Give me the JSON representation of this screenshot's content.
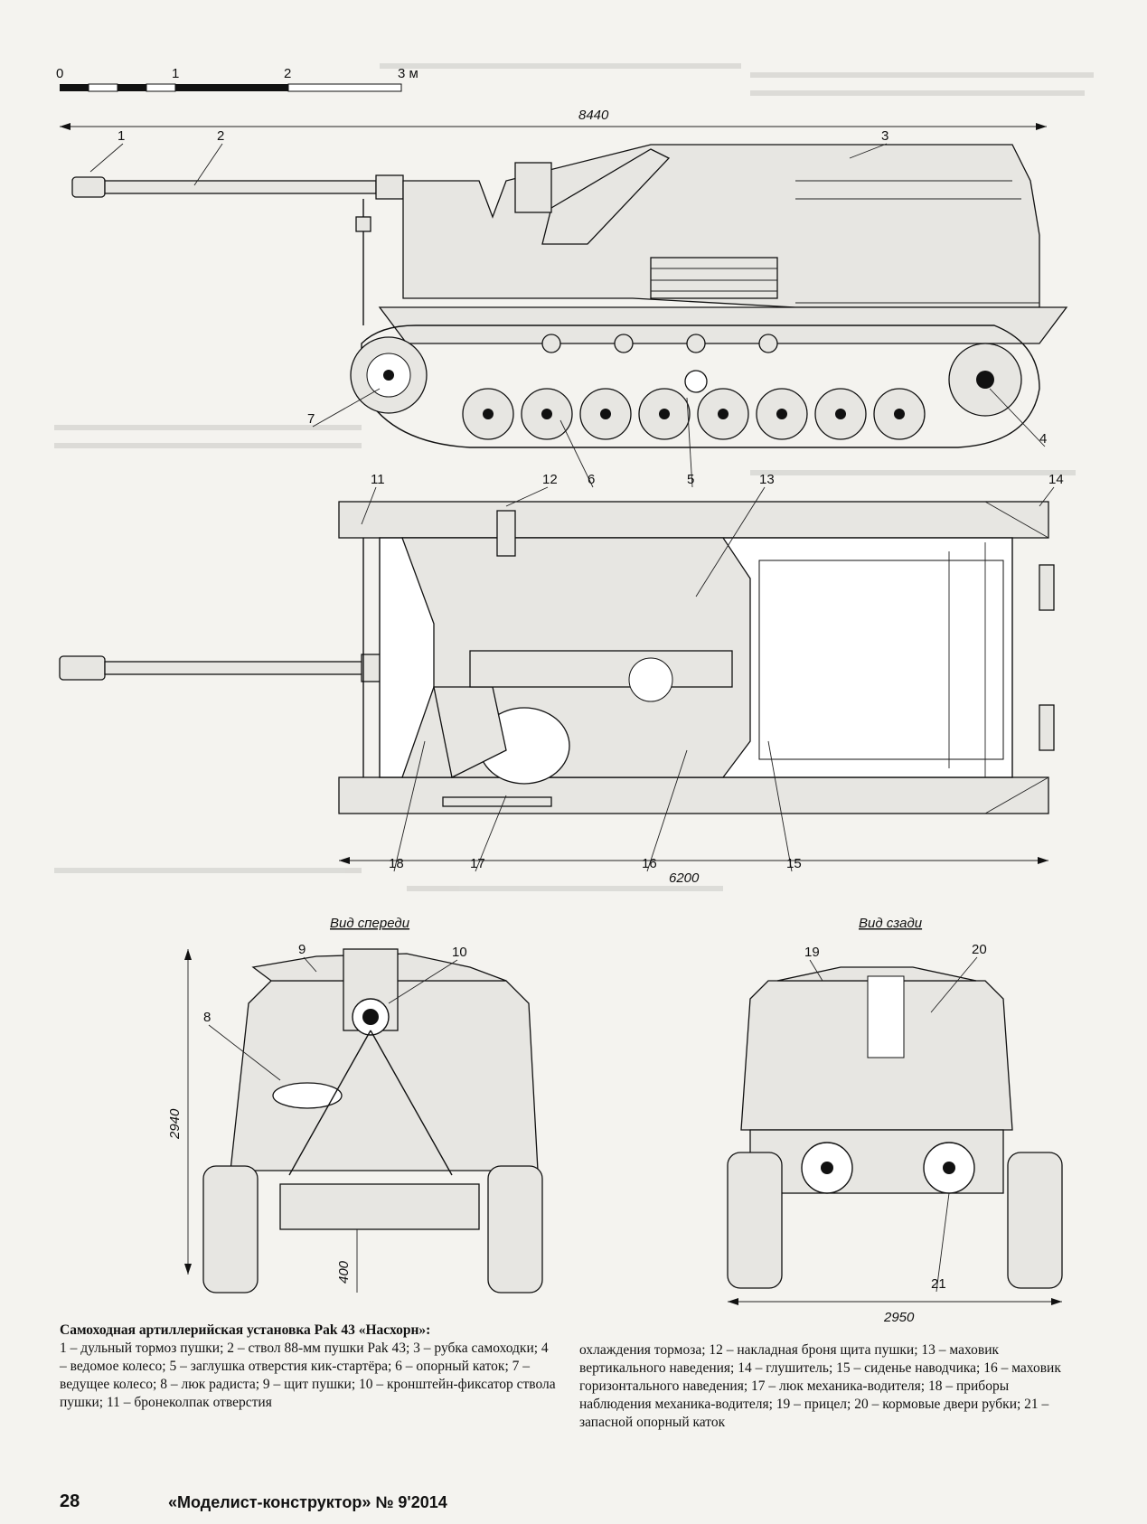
{
  "scale": {
    "zero": "0",
    "one": "1",
    "two": "2",
    "three": "3 м"
  },
  "dimensions": {
    "overall_length": "8440",
    "hull_length": "6200",
    "height": "2940",
    "ground_clearance": "400",
    "width": "2950"
  },
  "views": {
    "front": "Вид спереди",
    "rear": "Вид сзади"
  },
  "callouts": [
    "1",
    "2",
    "3",
    "4",
    "5",
    "6",
    "7",
    "8",
    "9",
    "10",
    "11",
    "12",
    "13",
    "14",
    "15",
    "16",
    "17",
    "18",
    "19",
    "20",
    "21"
  ],
  "caption": {
    "title": "Самоходная артиллерийская установка Pak 43 «Насхорн»:",
    "part1": "1 – дульный тормоз пушки; 2 – ствол 88-мм пушки Pak 43; 3 – рубка самоходки; 4 – ведомое колесо; 5 – заглушка отверстия кик-стартёра; 6 – опорный каток; 7 – ведущее колесо; 8 – люк радиста; 9 – щит пушки; 10 – кронштейн-фиксатор ствола пушки; 11 – бронеколпак отверстия",
    "part2": "охлаждения тормоза; 12 – накладная броня щита пушки; 13 – маховик вертикального наведения; 14 – глушитель; 15 – сиденье наводчика; 16 – маховик горизонтального наведения; 17 – люк механика-водителя; 18 – приборы наблюдения механика-водителя; 19 – прицел; 20 – кормовые двери рубки; 21 – запасной опорный каток"
  },
  "footer": {
    "page_number": "28",
    "magazine": "«Моделист-конструктор» № 9'2014"
  },
  "icons": {
    "scale_bar": "scale-bar-icon",
    "side_view": "side-view-drawing",
    "top_view": "top-view-drawing",
    "front_view": "front-view-drawing",
    "rear_view": "rear-view-drawing"
  }
}
